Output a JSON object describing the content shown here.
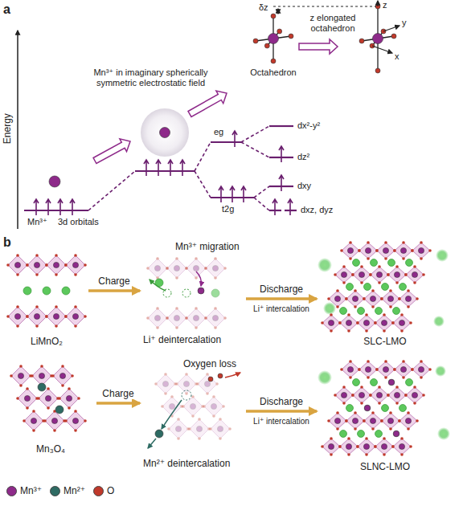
{
  "diagram": {
    "nodes": [
      {
        "text": [
          "LiMnO₂"
        ]
      },
      {
        "text": [
          "Mn³⁺ migration",
          "Li⁺ deintercalation"
        ]
      },
      {
        "text": [
          "SLC-LMO"
        ]
      },
      {
        "text": [
          "Mn₃O₄"
        ]
      },
      {
        "text": [
          "Oxygen loss",
          "Mn²⁺ deintercalation"
        ]
      },
      {
        "text": [
          "SLNC-LMO"
        ]
      }
    ],
    "edges": [
      {
        "from": 0,
        "to": 1,
        "label": "Charge",
        "arrow": "to"
      },
      {
        "from": 1,
        "to": 2,
        "label": "Discharge",
        "arrow": "to"
      },
      {
        "from": 3,
        "to": 4,
        "label": "Charge",
        "arrow": "to"
      },
      {
        "from": 4,
        "to": 5,
        "label": "Discharge",
        "arrow": "to"
      }
    ],
    "labels": [
      "a",
      "Energy",
      "Mn³⁺",
      "3d orbitals",
      "Mn³⁺ in imaginary spherically symmetric electrostatic field",
      "Octahedron",
      "z elongated octahedron",
      "δz",
      "z",
      "y",
      "x",
      "eg",
      "t2g",
      "dx²-y²",
      "dz²",
      "dxy",
      "dxz, dyz",
      "b",
      "Li⁺ intercalation",
      "Li⁺ intercalation"
    ],
    "legend": [
      {
        "text": "Mn³⁺",
        "color": "#8e2a8a"
      },
      {
        "text": "Mn²⁺",
        "color": "#2e6b63"
      },
      {
        "text": "O",
        "color": "#c0392b"
      }
    ]
  }
}
